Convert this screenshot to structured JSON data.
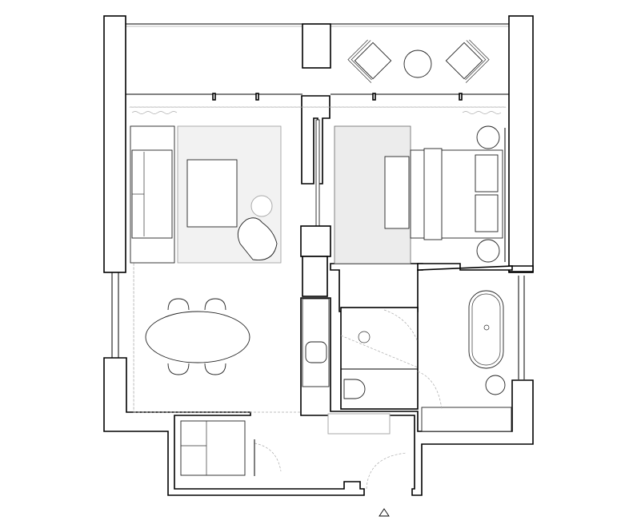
{
  "plan": {
    "type": "apartment-floor-plan",
    "colors": {
      "walls": "#000000",
      "rugs": "#f2f2f2",
      "background": "#ffffff",
      "guides": "#aaaaaa"
    },
    "rooms": [
      "balcony",
      "living-room",
      "dining-area",
      "bedroom",
      "bathroom",
      "shower-wc",
      "kitchen-closet",
      "entrance-hall"
    ],
    "entrance_marker_icon": "triangle-icon"
  }
}
